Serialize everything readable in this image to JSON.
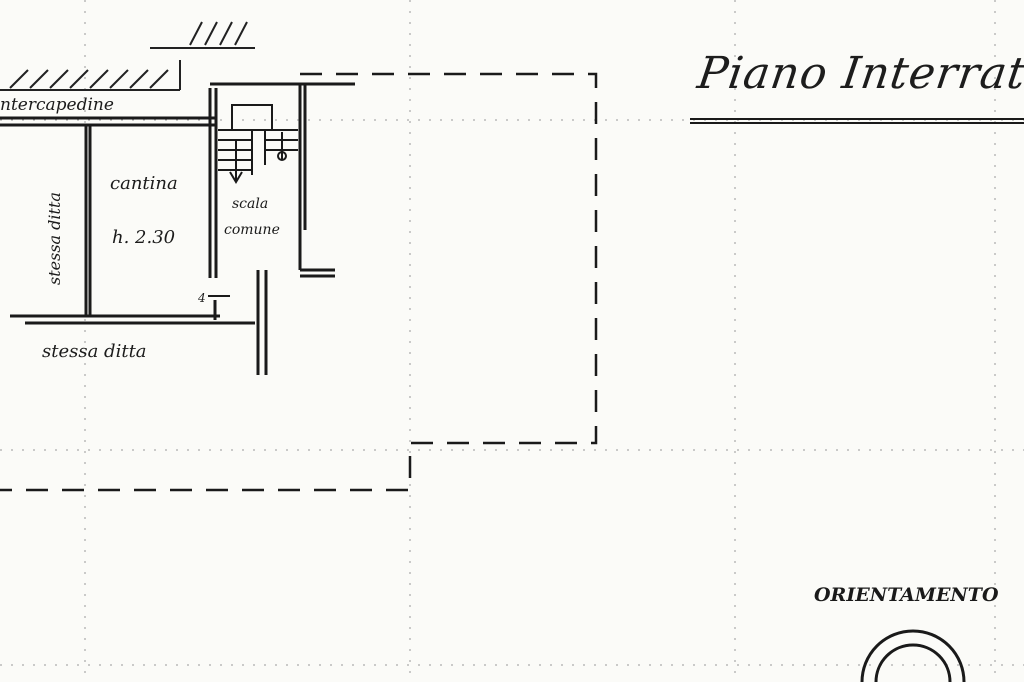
{
  "title": "Piano Interrato",
  "labels": {
    "intercapedine": "ntercapedine",
    "cantina": "cantina",
    "height": "h. 2.30",
    "scala": "scala",
    "comune": "comune",
    "stessa_ditta_vertical": "stessa ditta",
    "stessa_ditta_bottom": "stessa ditta",
    "level_mark": "4"
  },
  "orientation_label": "ORIENTAMENTO"
}
